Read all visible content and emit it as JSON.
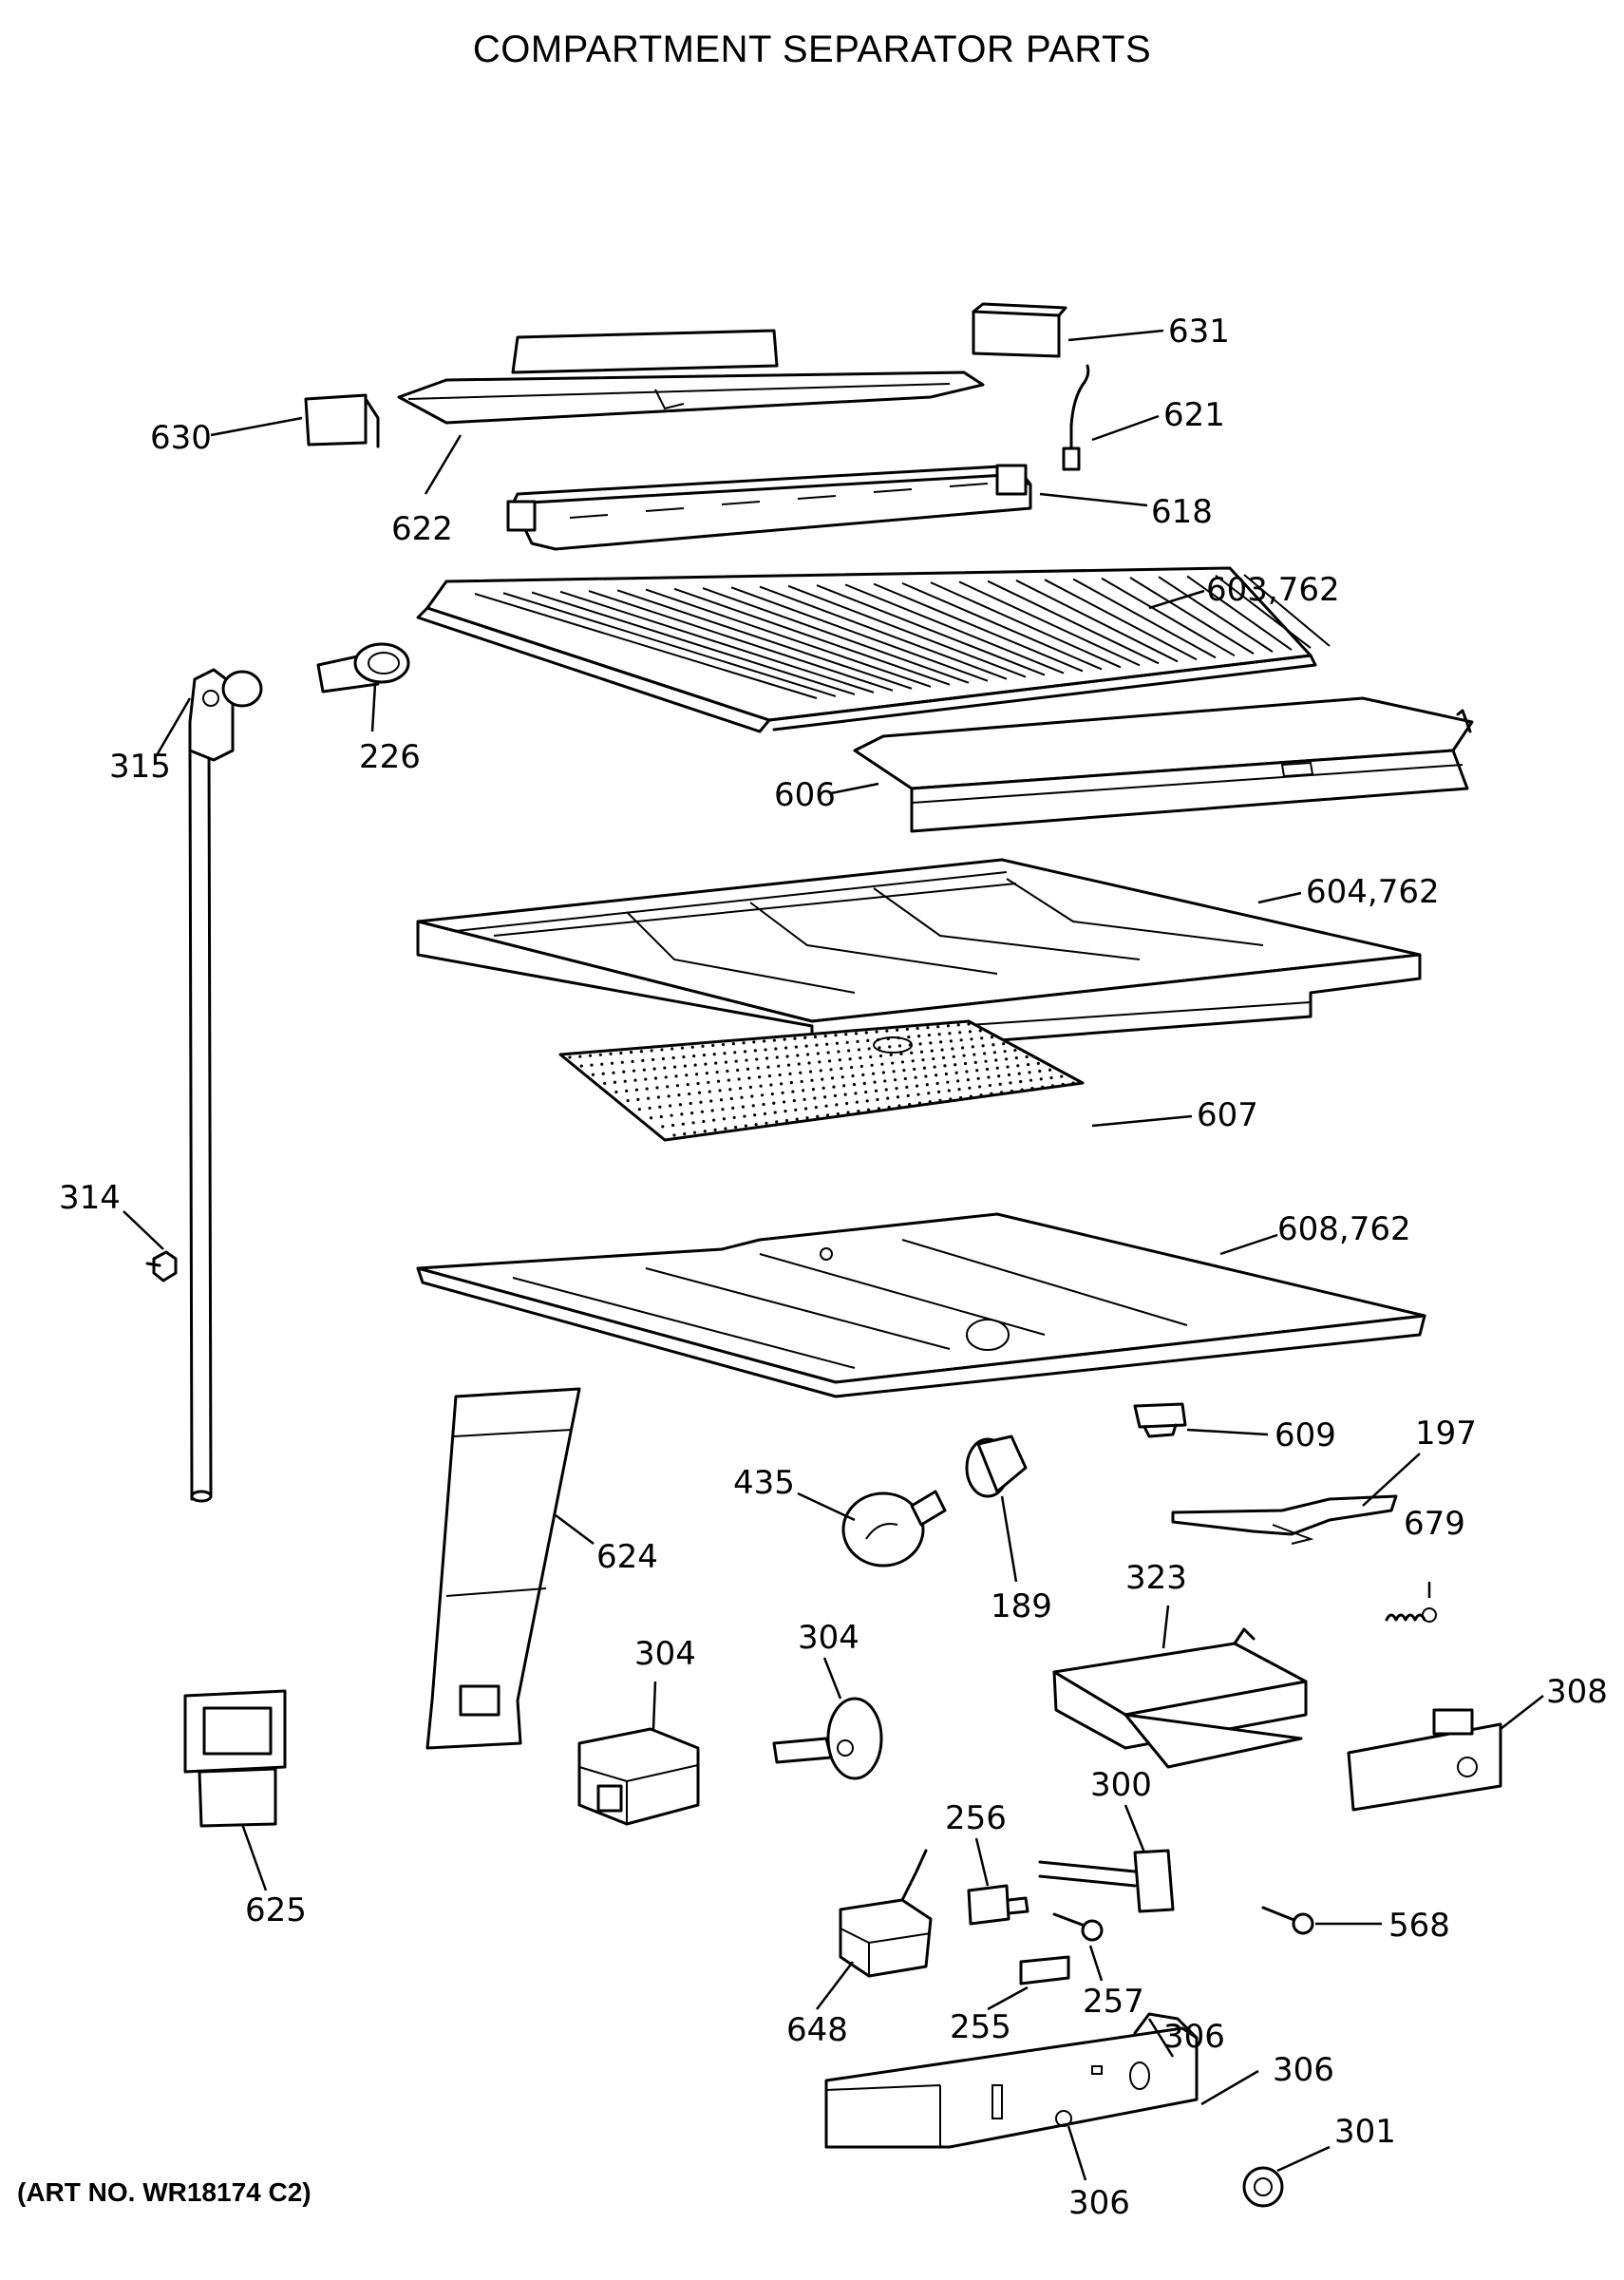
{
  "title": "COMPARTMENT SEPARATOR PARTS",
  "art_number": "(ART NO. WR18174 C2)",
  "callouts": [
    {
      "id": "c631",
      "text": "631"
    },
    {
      "id": "c621",
      "text": "621"
    },
    {
      "id": "c630",
      "text": "630"
    },
    {
      "id": "c622",
      "text": "622"
    },
    {
      "id": "c618",
      "text": "618"
    },
    {
      "id": "c603",
      "text": "603,762"
    },
    {
      "id": "c315",
      "text": "315"
    },
    {
      "id": "c226",
      "text": "226"
    },
    {
      "id": "c606",
      "text": "606"
    },
    {
      "id": "c604",
      "text": "604,762"
    },
    {
      "id": "c607",
      "text": "607"
    },
    {
      "id": "c314",
      "text": "314"
    },
    {
      "id": "c608",
      "text": "608,762"
    },
    {
      "id": "c609",
      "text": "609"
    },
    {
      "id": "c197",
      "text": "197"
    },
    {
      "id": "c435",
      "text": "435"
    },
    {
      "id": "c624",
      "text": "624"
    },
    {
      "id": "c189",
      "text": "189"
    },
    {
      "id": "c679",
      "text": "679"
    },
    {
      "id": "c323",
      "text": "323"
    },
    {
      "id": "c304a",
      "text": "304"
    },
    {
      "id": "c304b",
      "text": "304"
    },
    {
      "id": "c308",
      "text": "308"
    },
    {
      "id": "c625",
      "text": "625"
    },
    {
      "id": "c256",
      "text": "256"
    },
    {
      "id": "c300",
      "text": "300"
    },
    {
      "id": "c568",
      "text": "568"
    },
    {
      "id": "c648",
      "text": "648"
    },
    {
      "id": "c255",
      "text": "255"
    },
    {
      "id": "c257",
      "text": "257"
    },
    {
      "id": "c306a",
      "text": "306"
    },
    {
      "id": "c306b",
      "text": "306"
    },
    {
      "id": "c301",
      "text": "301"
    },
    {
      "id": "c306c",
      "text": "306"
    }
  ]
}
